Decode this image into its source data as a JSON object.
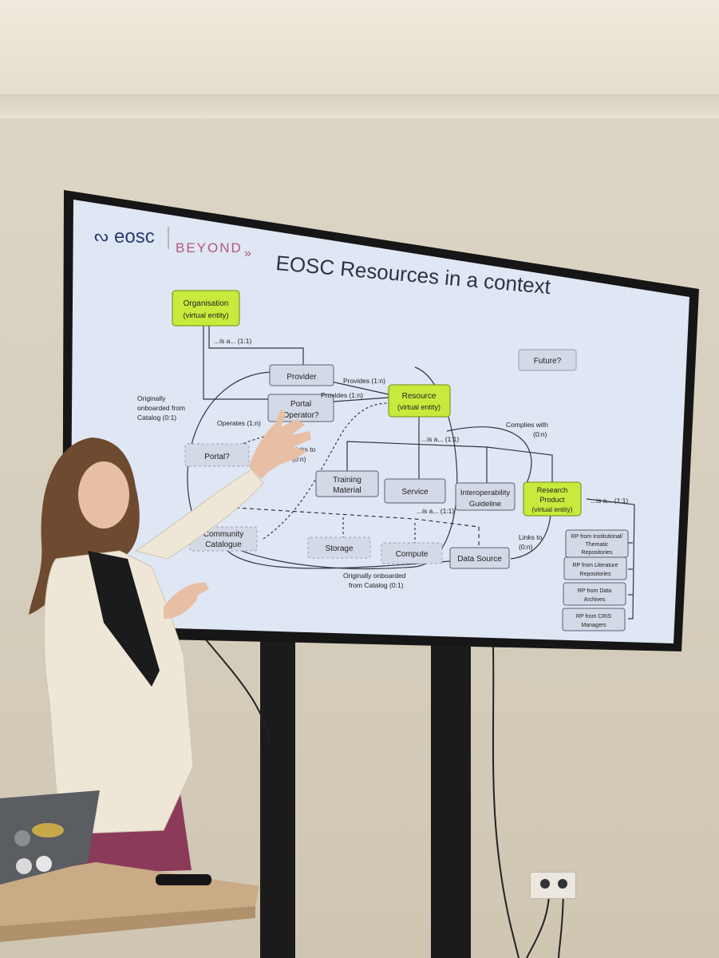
{
  "slide": {
    "logo_text": "eosc",
    "beyond_text": "BEYOND",
    "title": "EOSC Resources in a context",
    "nodes": {
      "organisation_line1": "Organisation",
      "organisation_line2": "(virtual entity)",
      "provider": "Provider",
      "portal_operator_line1": "Portal",
      "portal_operator_line2": "Operator?",
      "portal": "Portal?",
      "community_catalogue_line1": "Community",
      "community_catalogue_line2": "Catalogue",
      "resource_line1": "Resource",
      "resource_line2": "(virtual entity)",
      "training_material_line1": "Training",
      "training_material_line2": "Material",
      "service": "Service",
      "interoperability_guideline_line1": "Interoperability",
      "interoperability_guideline_line2": "Guideline",
      "research_product_line1": "Research",
      "research_product_line2": "Product",
      "research_product_line3": "(virtual entity)",
      "storage": "Storage",
      "compute": "Compute",
      "data_source": "Data Source",
      "future": "Future?",
      "rp_institutional_line1": "RP from Institutional/",
      "rp_institutional_line2": "Thematic",
      "rp_institutional_line3": "Repositories",
      "rp_literature_line1": "RP from Literature",
      "rp_literature_line2": "Repositories",
      "rp_data_line1": "RP from Data",
      "rp_data_line2": "Archives",
      "rp_cris_line1": "RP from CRIS",
      "rp_cris_line2": "Managers"
    },
    "labels": {
      "is_a_org": "...is a... (1:1)",
      "provides_1": "Provides (1:n)",
      "provides_2": "Provides (1:n)",
      "originally_left_1": "Originally",
      "originally_left_2": "onboarded from",
      "originally_left_3": "Catalog (0:1)",
      "operates": "Operates (1:n)",
      "links_to_1": "Links to",
      "links_to_1b": "(0:n)",
      "is_a_resource": "...is a... (1:1)",
      "complies_with": "Complies with",
      "complies_with_b": "(0:n)",
      "is_a_compute": "...is a... (1:1)",
      "is_a_rp": "...is a... (1:1)",
      "links_to_2": "Links to",
      "links_to_2b": "(0:n)",
      "originally_bottom_1": "Originally onboarded",
      "originally_bottom_2": "from Catalog (0:1)"
    }
  },
  "colors": {
    "screen_bg": "#dfe6f4",
    "highlight_green": "#c8ea3c",
    "box_fill": "#d3d9e6",
    "bezel": "#161616"
  }
}
